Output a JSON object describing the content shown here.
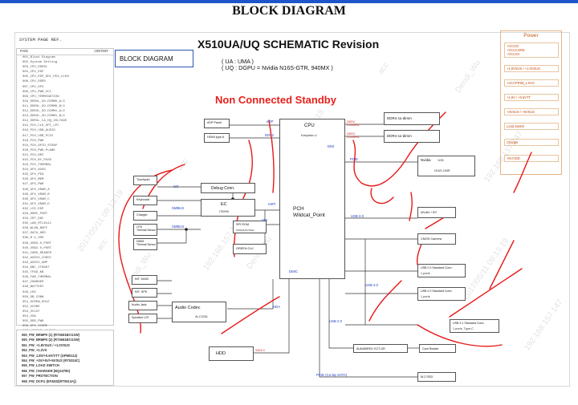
{
  "heading": "BLOCK DIAGRAM",
  "toc": {
    "title": "SYSTEM PAGE REF.",
    "col_page": "PAGE",
    "col_content": "CONTENT",
    "rows": [
      "001_Block Diagram",
      "002_System Setting",
      "003_CPU_DDR3L",
      "004_CPU_EDP",
      "005_CPU_EDP_DDI_PEG_CLEN",
      "006_CPU_DDR3",
      "007_CPU_GFX",
      "008_CPU_PWR_VCC",
      "009_CPU_TERMINATION",
      "010_DDR3L_SO-DIMM0_A/2",
      "011_DDR3L_SO-DIMM0_B/2",
      "012_DDR3L_SO-DIMM1_A/2",
      "013_DDR3L_SO-DIMM1_B/2",
      "014_DDR3L_CA_DQ_VOLTAGE",
      "015_PCH_CLK_SPI_LPC",
      "016_PCH_USB_AUDIO",
      "017_PCH_USB_PCIE",
      "018_PCH_PWR",
      "019_PCH_GPIO_STRAP",
      "020_PCH_PWR_PLANE",
      "021_PCH_DMI",
      "022_PCH_BY_PASS",
      "023_PCH_THERMAL",
      "024_GFX_N16S",
      "025_GFX_PEG",
      "026_GFX_MEM",
      "027_GFX_PWR",
      "028_GFX_VRAM_A",
      "029_GFX_VRAM_B",
      "030_GFX_VRAM_C",
      "031_GFX_VRAM_D",
      "032_LCD_EDP",
      "033_HDMI_PORT",
      "034_CRT_DAC",
      "035_LAN_RTL8111",
      "036_WLAN_NGFF",
      "037_SATA_HDD",
      "038_M.2_SSD",
      "039_USB3.0_PORT",
      "040_USB2.0_PORT",
      "041_CARD_READER",
      "042_AUDIO_CODEC",
      "043_AUDIO_AMP",
      "044_KBC_IT8987",
      "045_TPAD_KB",
      "046_FAN_THERMAL",
      "047_CHARGER",
      "048_BATTERY",
      "049_LED",
      "050_DB_CONN",
      "051_SCREW_HOLE",
      "052_VCORE",
      "053_VCCGT",
      "054_VSA",
      "055_DDR_PWR",
      "056_GFX_VCORE",
      "057_+3VSUS_+5VSUS",
      "058_+1.0VSUS",
      "059_LOAD_SW",
      "060_PROTECT",
      "061_HISTORY",
      "062_TOC"
    ]
  },
  "power_list": [
    "060_PW_BRMP0 (1) (RT3691BCG2W)",
    "060_PW_BRMP0 (2) (RT3691BCG2W)",
    "061_PW_+1.8VSUS / +1.0VSUS",
    "062_PW_+1.2VS",
    "063_PW_1.8V/+0.6V/VTT (GPM0112)",
    "064_PW_+3V/+5V/+5VSUS (RT5324C)",
    "065_PW_LOAD SWITCH",
    "066_PW_CHARGER (BQ24780)",
    "067_PW_PROTECTION",
    "068_PW_DCFU (EF4832(RT0513A))"
  ],
  "title_box": "BLOCK DIAGRAM",
  "main_title": "X510UA/UQ SCHEMATIC Revision",
  "sub_uma": "( UA : UMA )",
  "sub_dgpu": "( UQ : DGPU = Nvidia N16S-GTR, 940MX )",
  "red_heading": "Non Connected Standby",
  "power_panel": {
    "title": "Power",
    "items": [
      "+VCCIO\n+VCCCORE\n+VCCSA",
      "+1.8VSUS / +1.0VSUS",
      "+VCCPRIM_1.0VS",
      "+1.8V / +0.6VTT",
      "+3VSUS / +5VSUS",
      "Load Switch",
      "Charger",
      "+NVVDD"
    ]
  },
  "blocks": {
    "cpu": "CPU",
    "cpu_sub": "Kabylake-U",
    "pch": "PCH",
    "pch_sub": "Wildcat_Point",
    "ddr1": "DDR4 so-dimm",
    "ddr2": "DDR4 so-dimm",
    "nvidia": "Nvidia",
    "nvidia_model": "N16S-GMR",
    "nvidia_mem": "1GB",
    "edp": "eDP Panel",
    "hdmi": "HDMI type A",
    "touchpad": "Touchpad",
    "keyboard": "Keyboard",
    "charger": "Charger",
    "cpu_thermal": "CPU\nThermal Sensor",
    "dimm_thermal": "DIMM\nThermal Sensor",
    "debug": "Debug Conn.",
    "ec": "EC",
    "ec_sub": "IT8995",
    "spi": "SPI ROM",
    "spi_sub": "W25Q64FVSSIG",
    "green": "GREEN CLK",
    "wlan": "WLAN + BT",
    "cmos": "CMOS Camera",
    "usb20_a": "USB 2.0 Standard Conn.",
    "usb20_a_sub": "1 ports",
    "usb20_b": "USB 2.0 Standard Conn.",
    "usb20_b_sub": "1 ports",
    "usb31": "USB 3.1 Standard Conn.",
    "usb31_sub": "1 ports, Type-C",
    "int_dmic": "INT. DMIC",
    "int_spk": "INT. SPK",
    "audio_jack": "Audio Jack",
    "speaker": "Speaker L/R",
    "codec": "Audio Codec",
    "codec_sub": "ALC3281",
    "hdd": "HDD",
    "cardreader": "AU6465REG GCT-GR",
    "card_reader": "Card Reader",
    "m2": "M.2 SSD"
  },
  "buses": {
    "edp": "eDP",
    "ddi2": "DDI 2",
    "dmi": "DMI",
    "pcie": "PCIE",
    "ddr_a": "DDR4\n2133MHz",
    "ddr_b": "DDR4\n2133MHz",
    "espi": "eSPI",
    "smbus": "SMBUS",
    "spi": "SPI",
    "smbus2": "SMBUS",
    "usb20": "USB 2.0",
    "usb30": "USB 3.0",
    "dmic": "DMIC",
    "hda": "HDA",
    "sata": "SATA 3",
    "pcie_m2": "PCIE (Co-lay SATA)",
    "usb20_cr": "USB 2.0",
    "i2c": "I2C"
  },
  "watermarks": [
    "Dendi_Wu",
    "192.168.157.147",
    "2017/05/11 09:13:19",
    "acc"
  ]
}
